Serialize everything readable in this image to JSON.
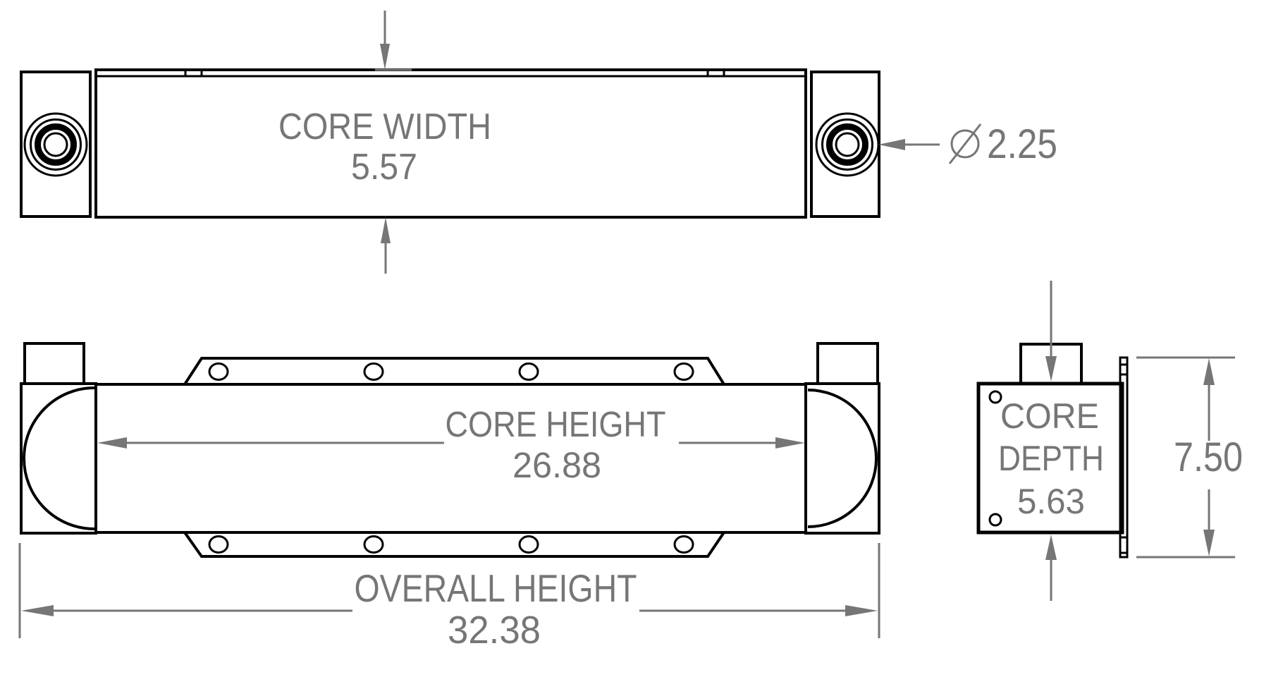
{
  "colors": {
    "background": "#ffffff",
    "geometry": "#000000",
    "dimension": "#767676"
  },
  "views": {
    "top": {
      "core_width": {
        "label": "CORE WIDTH",
        "value": "5.57"
      },
      "port_diameter": {
        "symbol": "⌀",
        "value": "2.25"
      }
    },
    "front": {
      "core_height": {
        "label": "CORE HEIGHT",
        "value": "26.88"
      },
      "overall_height": {
        "label": "OVERALL HEIGHT",
        "value": "32.38"
      }
    },
    "side": {
      "core_depth": {
        "label_line_1": "CORE",
        "label_line_2": "DEPTH",
        "value": "5.63"
      },
      "flange_height": {
        "value": "7.50"
      }
    }
  }
}
